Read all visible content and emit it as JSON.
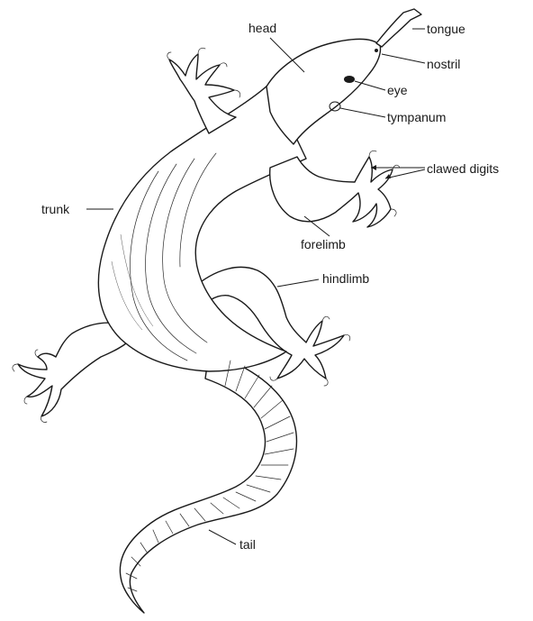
{
  "labels": {
    "head": "head",
    "tongue": "tongue",
    "nostril": "nostril",
    "eye": "eye",
    "tympanum": "tympanum",
    "clawed_digits": "clawed digits",
    "trunk": "trunk",
    "forelimb": "forelimb",
    "hindlimb": "hindlimb",
    "tail": "tail"
  },
  "colors": {
    "ink": "#1a1a1a",
    "background": "#ffffff"
  }
}
